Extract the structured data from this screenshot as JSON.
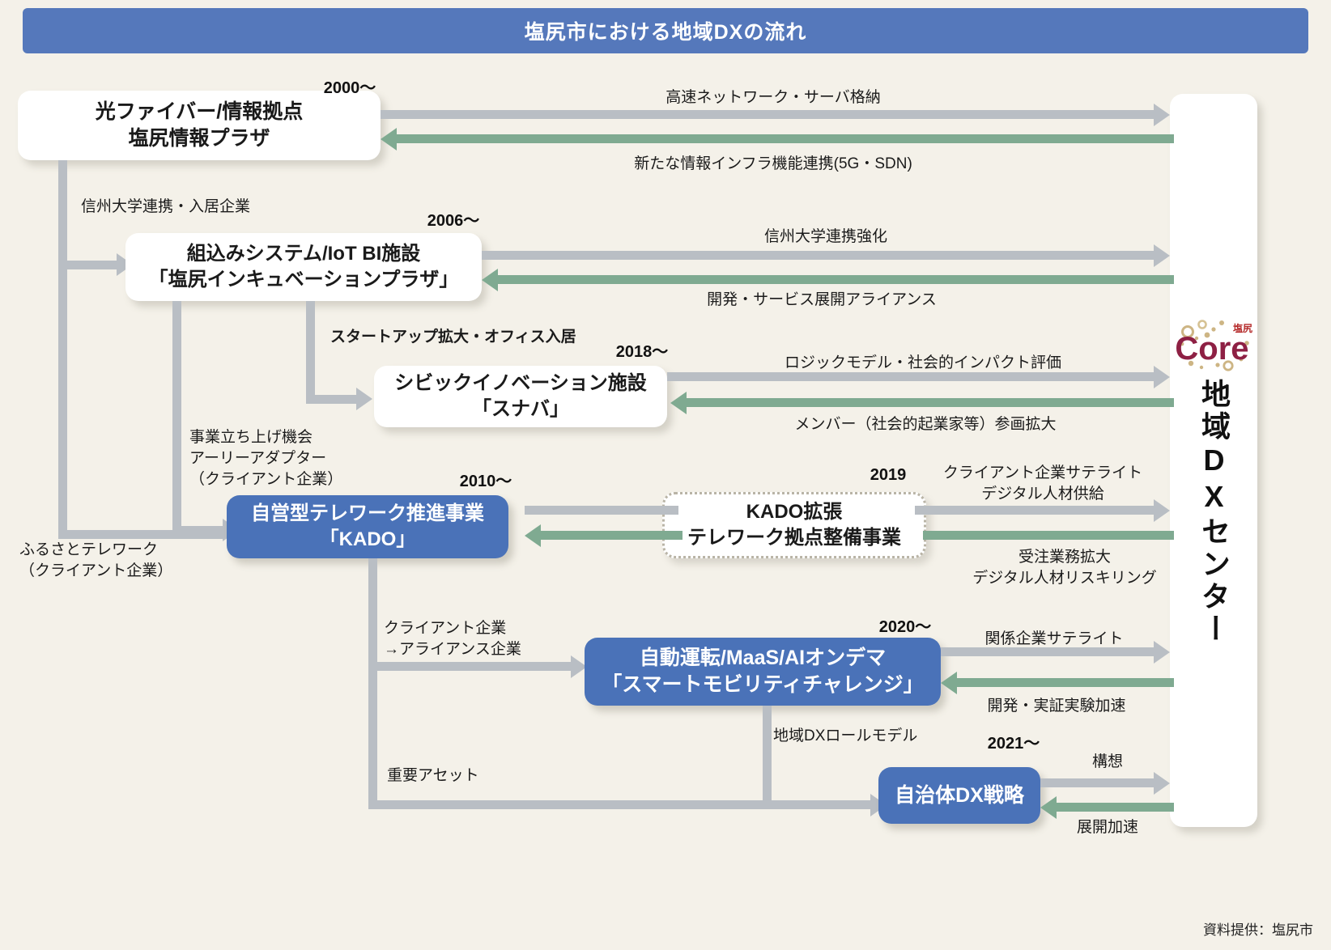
{
  "header": {
    "title": "塩尻市における地域DXの流れ"
  },
  "credit": "資料提供：塩尻市",
  "core": {
    "logo_word": "Core",
    "logo_super": "塩尻",
    "vertical_label": "地域DXセンター"
  },
  "nodes": {
    "fiber": {
      "line1": "光ファイバー/情報拠点",
      "line2": "塩尻情報プラザ"
    },
    "incubation": {
      "line1": "組込みシステム/IoT BI施設",
      "line2": "「塩尻インキュベーションプラザ」"
    },
    "sunaba": {
      "line1": "シビックイノベーション施設",
      "line2": "「スナバ」"
    },
    "kado": {
      "line1": "自営型テレワーク推進事業",
      "line2": "「KADO」"
    },
    "kado_expand": {
      "line1": "KADO拡張",
      "line2": "テレワーク拠点整備事業"
    },
    "mobility": {
      "line1": "自動運転/MaaS/AIオンデマ",
      "line2": "「スマートモビリティチャレンジ」"
    },
    "gov_dx": {
      "line1": "自治体DX戦略"
    }
  },
  "years": {
    "y2000": "2000〜",
    "y2006": "2006〜",
    "y2018": "2018〜",
    "y2010": "2010〜",
    "y2019": "2019",
    "y2020": "2020〜",
    "y2021": "2021〜"
  },
  "flows": {
    "fiber_out": "高速ネットワーク・サーバ格納",
    "fiber_in": "新たな情報インフラ機能連携(5G・SDN)",
    "incub_out": "信州大学連携強化",
    "incub_in": "開発・サービス展開アライアンス",
    "sunaba_out": "ロジックモデル・社会的インパクト評価",
    "sunaba_in": "メンバー（社会的起業家等）参画拡大",
    "kado_out_l1": "クライアント企業サテライト",
    "kado_out_l2": "デジタル人材供給",
    "kado_in_l1": "受注業務拡大",
    "kado_in_l2": "デジタル人材リスキリング",
    "mob_out": "関係企業サテライト",
    "mob_in": "開発・実証実験加速",
    "gov_out": "構想",
    "gov_in": "展開加速"
  },
  "edges": {
    "shinshu_univ": "信州大学連携・入居企業",
    "startup": "スタートアップ拡大・オフィス入居",
    "early_adopter_l1": "事業立ち上げ機会",
    "early_adopter_l2": "アーリーアダプター",
    "early_adopter_l3": "（クライアント企業）",
    "furusato_l1": "ふるさとテレワーク",
    "furusato_l2": "（クライアント企業）",
    "client_alliance_l1": "クライアント企業",
    "client_alliance_l2": "→アライアンス企業",
    "important_asset": "重要アセット",
    "dx_rolemodel": "地域DXロールモデル"
  },
  "colors": {
    "title_bar": "#5578bb",
    "blue_node": "#4a72b8",
    "grey_arrow": "#b9bec4",
    "green_arrow": "#7faa91",
    "background": "#f4f1e9",
    "logo_maroon": "#8e2044",
    "logo_gold": "#c9b27f"
  }
}
